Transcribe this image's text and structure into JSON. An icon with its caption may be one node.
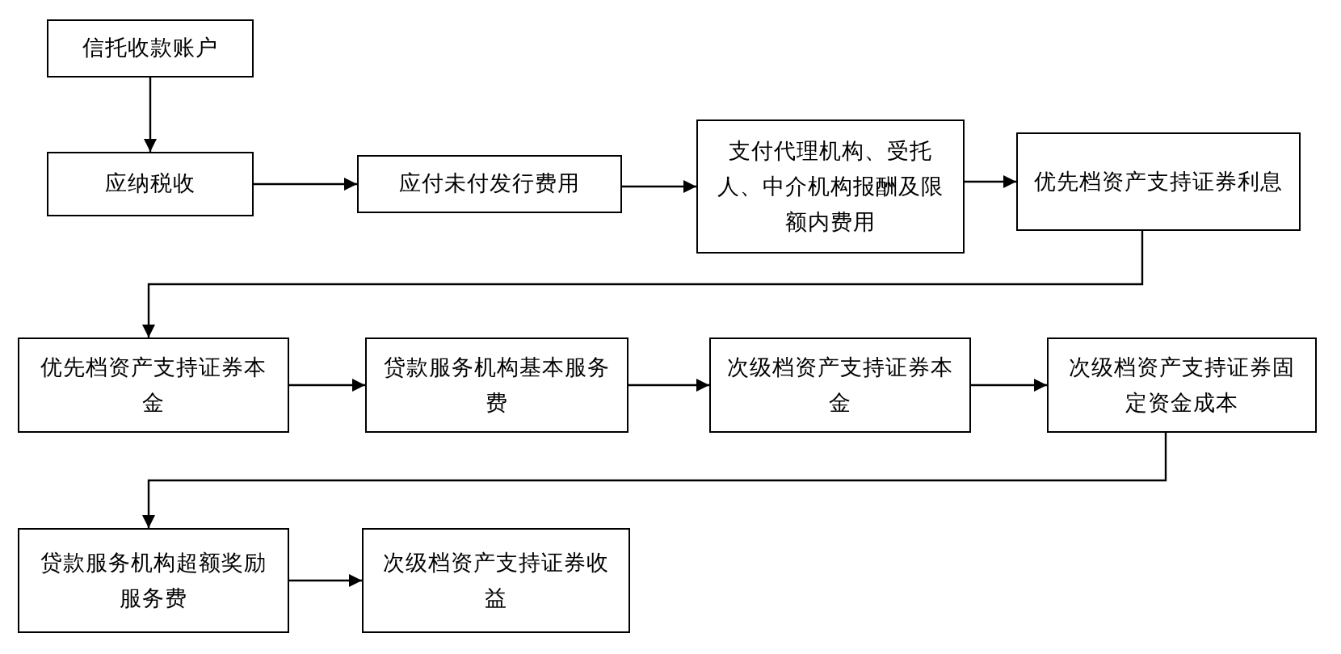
{
  "diagram": {
    "nodes": [
      {
        "text": [
          "信托收款账户"
        ]
      },
      {
        "text": [
          "应纳税收"
        ]
      },
      {
        "text": [
          "应付未付发行费用"
        ]
      },
      {
        "text": [
          "支付代理机构、受托人、中介机构报酬及限额内费用"
        ]
      },
      {
        "text": [
          "优先档资产支持证券利息"
        ]
      },
      {
        "text": [
          "优先档资产支持证券本金"
        ]
      },
      {
        "text": [
          "贷款服务机构基本服务费"
        ]
      },
      {
        "text": [
          "次级档资产支持证券本金"
        ]
      },
      {
        "text": [
          "次级档资产支持证券固定资金成本"
        ]
      },
      {
        "text": [
          "贷款服务机构超额奖励服务费"
        ]
      },
      {
        "text": [
          "次级档资产支持证券收益"
        ]
      }
    ],
    "edges": [
      {
        "from": 0,
        "to": 1,
        "arrow": "to"
      },
      {
        "from": 1,
        "to": 2,
        "arrow": "to"
      },
      {
        "from": 2,
        "to": 3,
        "arrow": "to"
      },
      {
        "from": 3,
        "to": 4,
        "arrow": "to"
      },
      {
        "from": 4,
        "to": 5,
        "arrow": "to"
      },
      {
        "from": 5,
        "to": 6,
        "arrow": "to"
      },
      {
        "from": 6,
        "to": 7,
        "arrow": "to"
      },
      {
        "from": 7,
        "to": 8,
        "arrow": "to"
      },
      {
        "from": 8,
        "to": 9,
        "arrow": "to"
      },
      {
        "from": 9,
        "to": 10,
        "arrow": "to"
      }
    ]
  }
}
